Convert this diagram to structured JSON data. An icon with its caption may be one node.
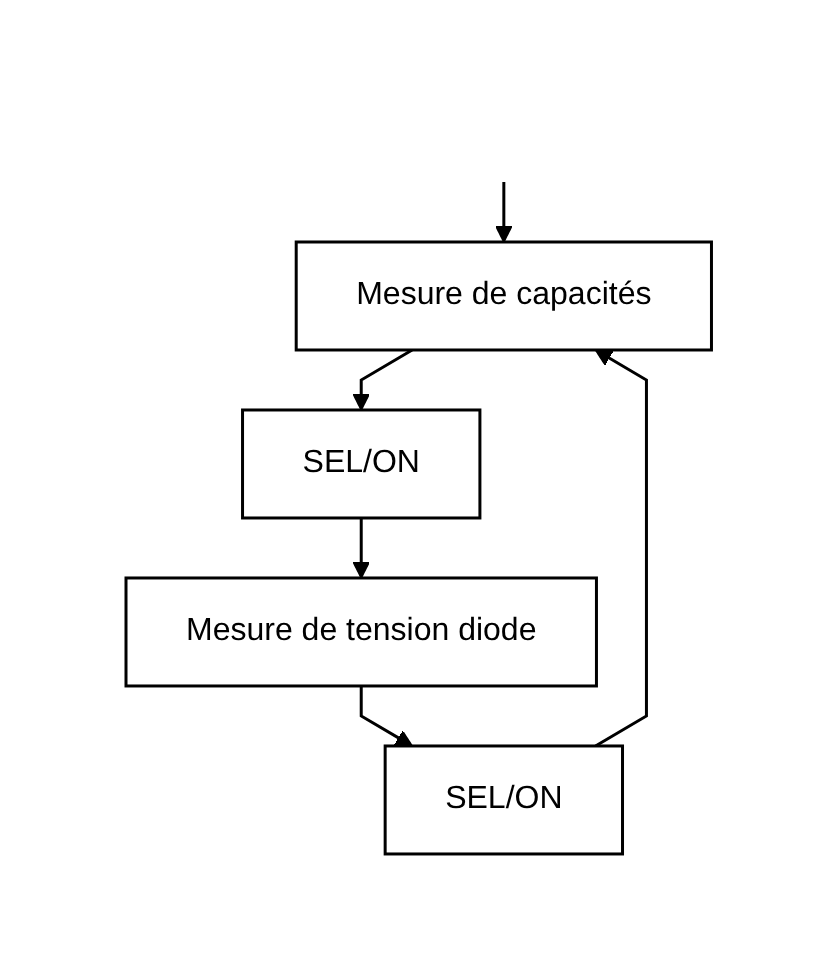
{
  "diagram": {
    "nodes": [
      {
        "text": [
          "Mesure de capacités"
        ]
      },
      {
        "text": [
          "SEL/ON"
        ]
      },
      {
        "text": [
          "Mesure de tension diode"
        ]
      },
      {
        "text": [
          "SEL/ON"
        ]
      }
    ],
    "edges": [
      {
        "from": null,
        "to": 0,
        "arrow": "to"
      },
      {
        "from": 0,
        "to": 1,
        "arrow": "to"
      },
      {
        "from": 1,
        "to": 2,
        "arrow": "to"
      },
      {
        "from": 2,
        "to": 3,
        "arrow": "to"
      },
      {
        "from": 3,
        "to": 0,
        "arrow": "to"
      }
    ]
  }
}
